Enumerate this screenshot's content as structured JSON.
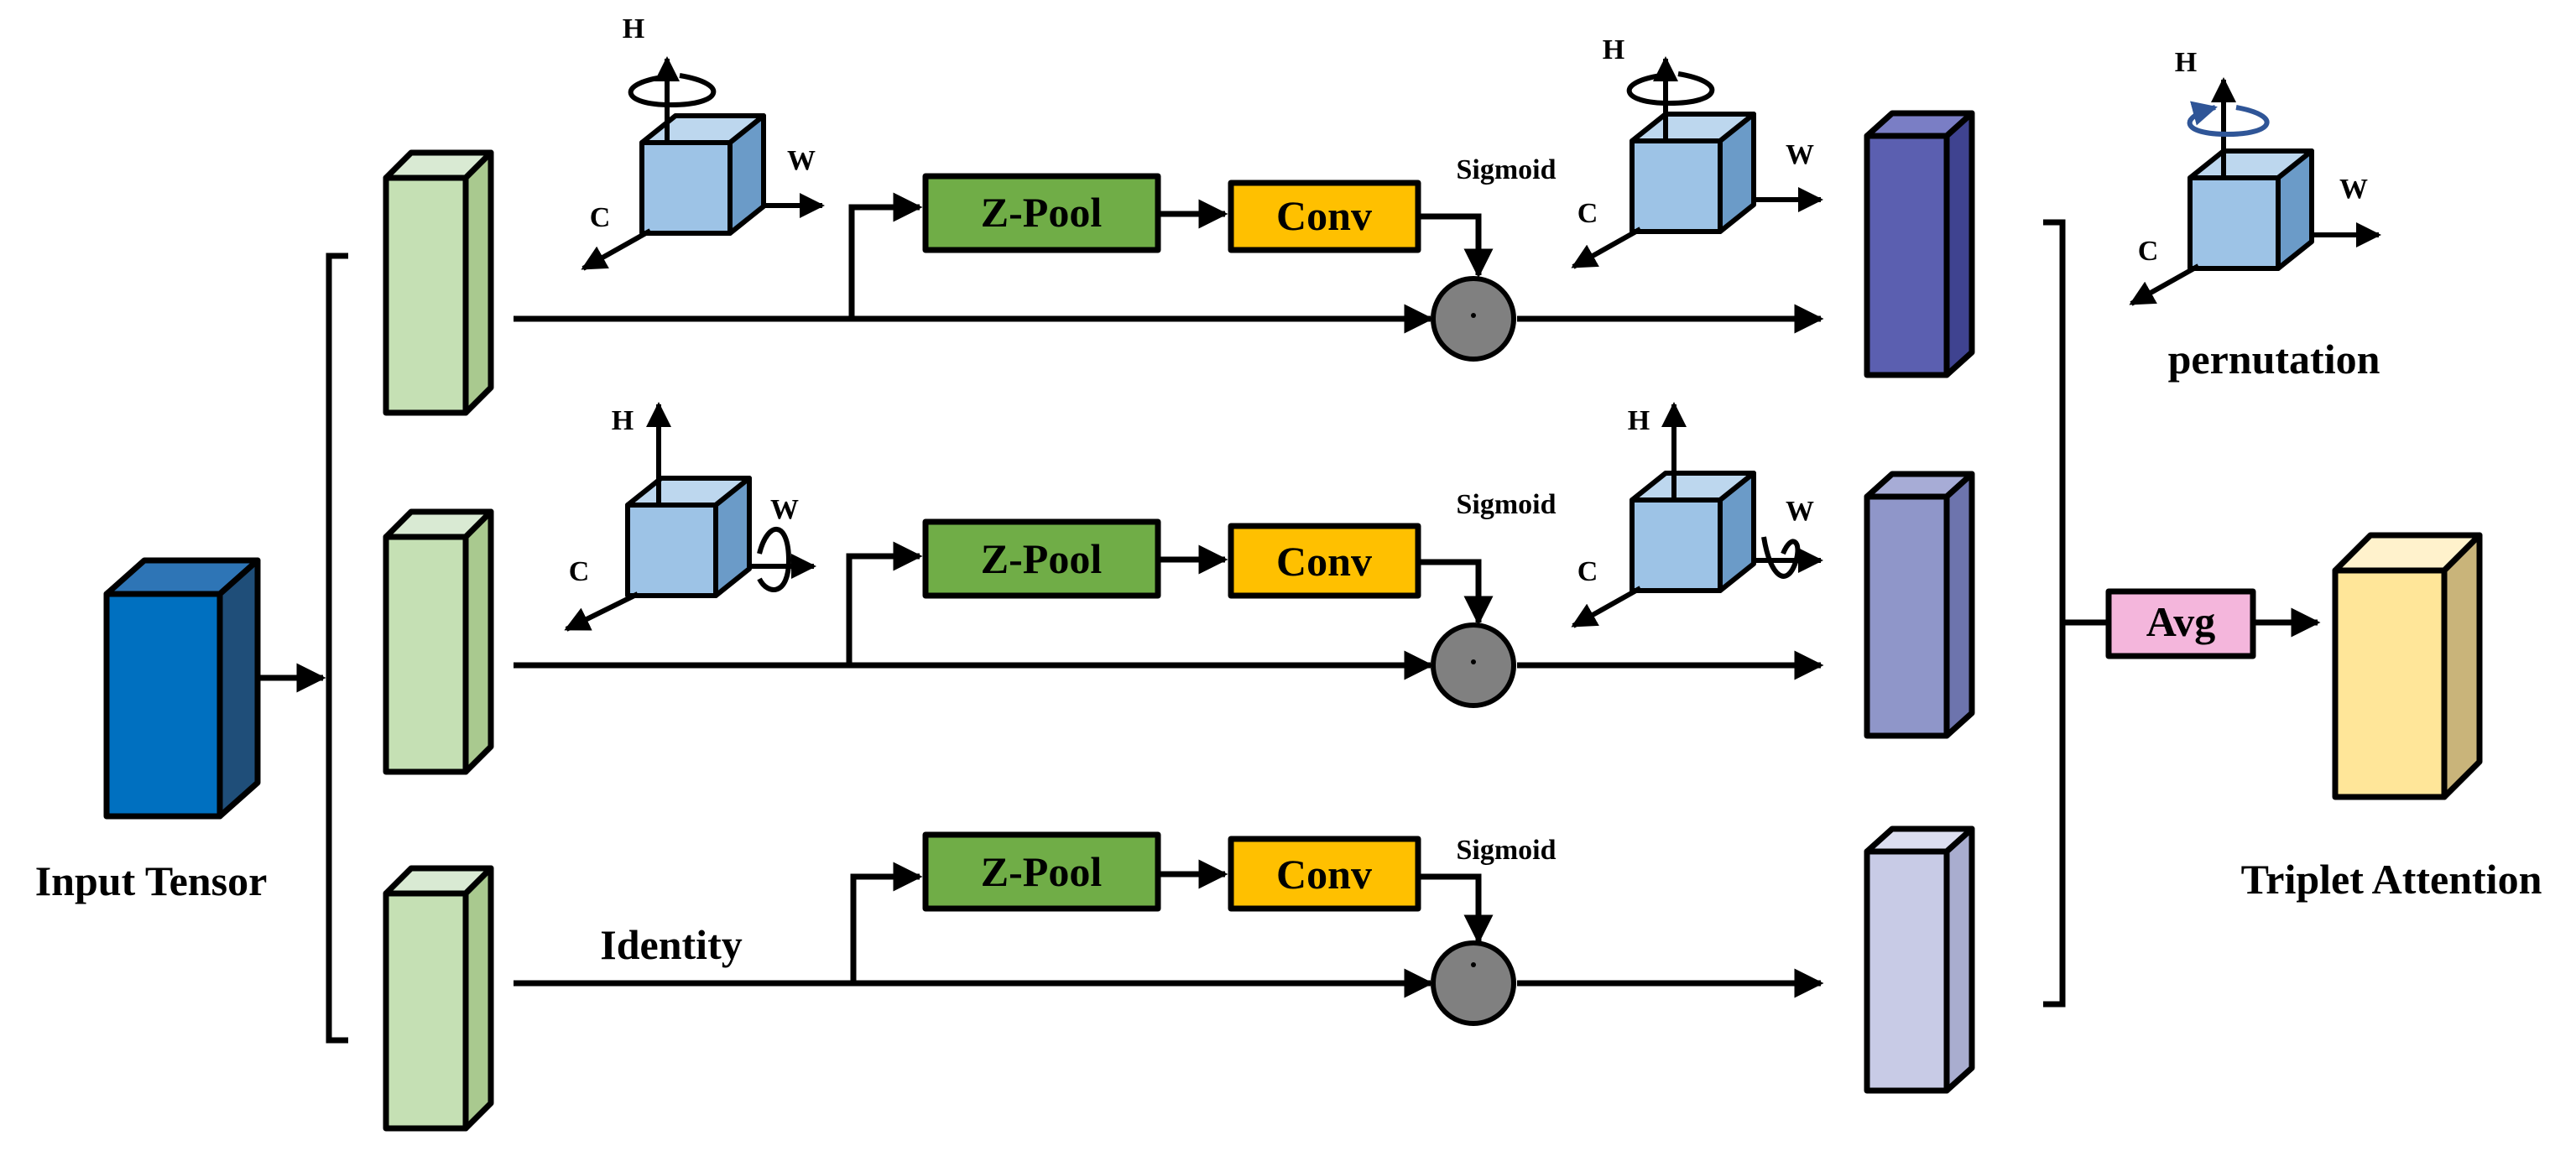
{
  "input": {
    "label": "Input Tensor"
  },
  "output": {
    "label": "Triplet Attention"
  },
  "permutation_label": "pernutation",
  "identity_label": "Identity",
  "avg_label": "Avg",
  "branches": [
    {
      "zpool": "Z-Pool",
      "conv": "Conv",
      "sigmoid": "Sigmoid"
    },
    {
      "zpool": "Z-Pool",
      "conv": "Conv",
      "sigmoid": "Sigmoid"
    },
    {
      "zpool": "Z-Pool",
      "conv": "Conv",
      "sigmoid": "Sigmoid"
    }
  ],
  "axes": {
    "h": "H",
    "w": "W",
    "c": "C"
  },
  "colors": {
    "input_tensor": "#0070c0",
    "branch_tensor": "#c5e0b4",
    "zpool": "#70ad47",
    "conv": "#ffc000",
    "multiply_node": "#808080",
    "axis_cube": "#9dc3e6",
    "out_branch_1": "#5b5fb0",
    "out_branch_2": "#8f96c9",
    "out_branch_3": "#c8cbe6",
    "avg": "#f4b6dc",
    "output_tensor": "#ffe699",
    "rotation_arrow": "#2f5597"
  }
}
